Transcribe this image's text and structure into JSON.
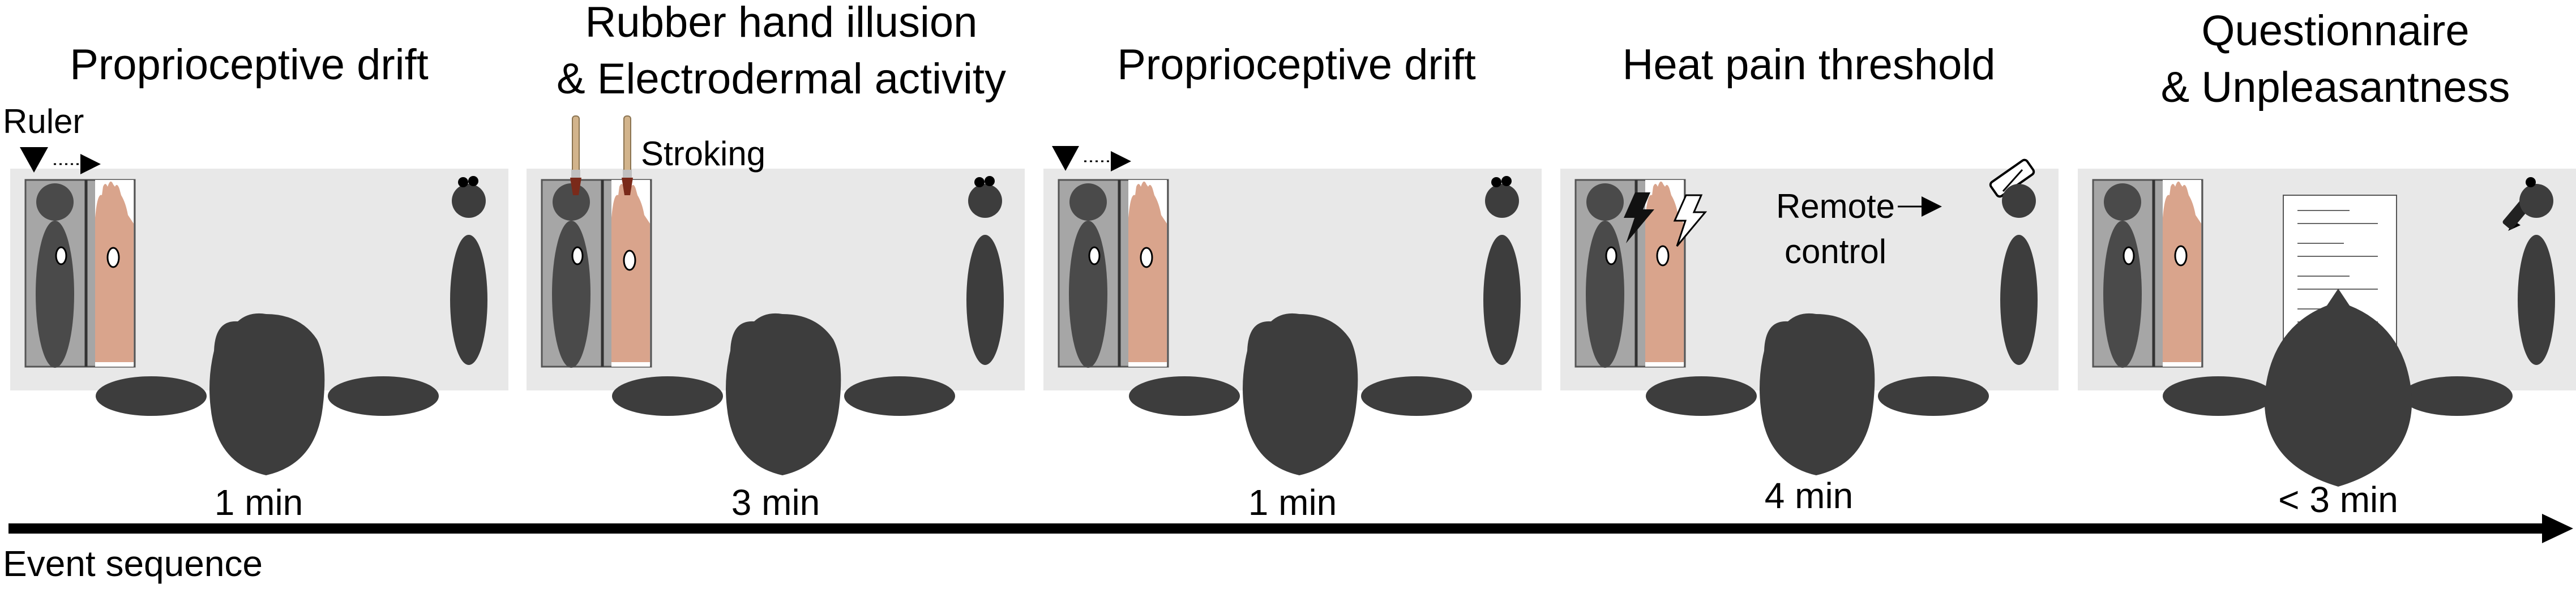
{
  "panels": [
    {
      "title": [
        "Proprioceptive drift"
      ],
      "duration": "1 min",
      "annotation": "Ruler"
    },
    {
      "title": [
        "Rubber hand illusion",
        "& Electrodermal activity"
      ],
      "duration": "3 min",
      "annotation": "Stroking"
    },
    {
      "title": [
        "Proprioceptive drift"
      ],
      "duration": "1 min"
    },
    {
      "title": [
        "Heat pain threshold"
      ],
      "duration": "4 min",
      "annotation": [
        "Remote",
        "control"
      ]
    },
    {
      "title": [
        "Questionnaire",
        "& Unpleasantness"
      ],
      "duration": "< 3 min"
    }
  ],
  "timeline": {
    "label": "Event sequence"
  },
  "icons": {
    "ruler-marker": "black-triangle-with-dotted-arrow",
    "stroking": "paintbrush",
    "heat": "lightning-bolt",
    "remote": "remote-control",
    "questionnaire": "paper-sheet",
    "rating": "pen"
  },
  "colors": {
    "panel_bg": "#e8e8e8",
    "figure": "#3d3d3d",
    "skin": "#d9a48c",
    "board": "#a6a6a6",
    "brush_wood": "#d2b48c",
    "brush_tip": "#7a2a1a"
  }
}
